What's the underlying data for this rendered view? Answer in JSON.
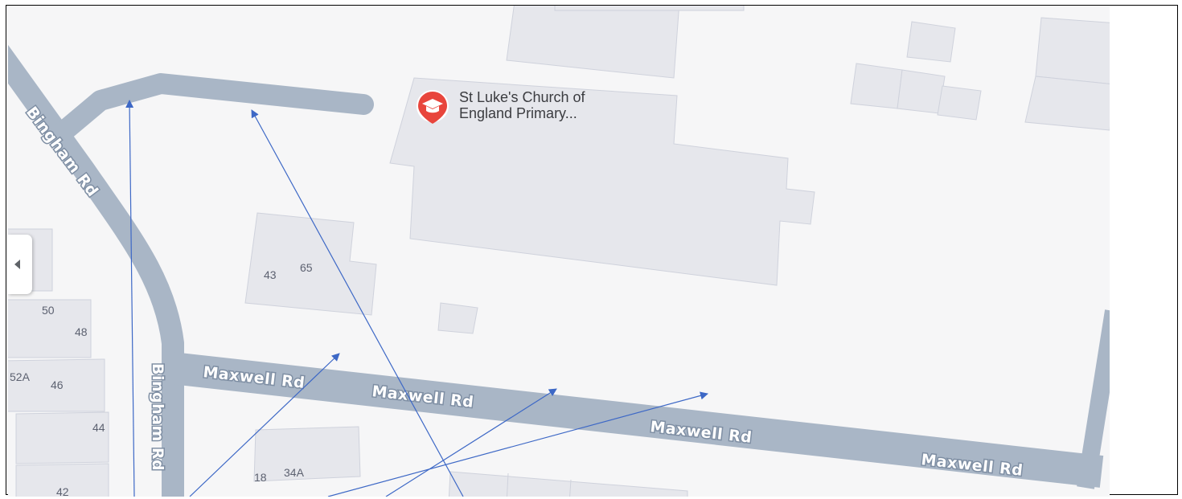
{
  "map": {
    "roads": [
      {
        "id": "bingham-rd",
        "labels": [
          "Bingham Rd",
          "Bingham Rd"
        ]
      },
      {
        "id": "maxwell-rd",
        "labels": [
          "Maxwell Rd",
          "Maxwell Rd",
          "Maxwell Rd",
          "Maxwell Rd"
        ]
      }
    ],
    "poi": {
      "line1": "St Luke's Church of",
      "line2": "England Primary...",
      "icon": "graduation-cap-icon",
      "pin_color": "#e8453c"
    },
    "house_numbers": [
      "43",
      "65",
      "50",
      "48",
      "52A",
      "46",
      "44",
      "42",
      "18",
      "34A"
    ],
    "colors": {
      "background": "#f6f6f7",
      "road": "#a9b6c6",
      "building": "#e6e7ec",
      "annotation_arrow": "#3d68c6"
    }
  },
  "controls": {
    "collapse_tab_icon": "chevron-left-icon"
  }
}
